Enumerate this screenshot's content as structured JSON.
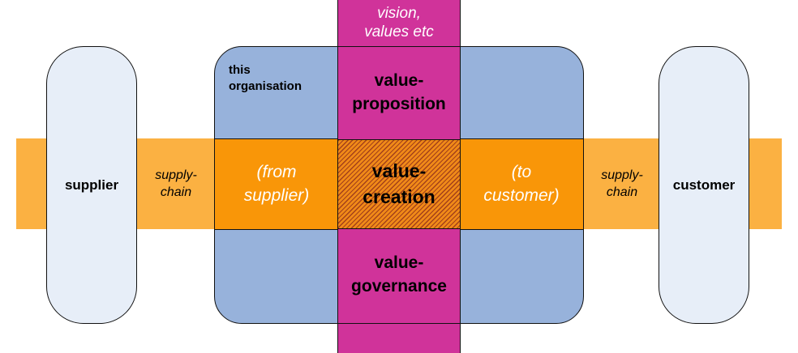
{
  "supplier": {
    "label": "supplier"
  },
  "customer": {
    "label": "customer"
  },
  "supply_chain_left": {
    "line1": "supply-",
    "line2": "chain"
  },
  "supply_chain_right": {
    "line1": "supply-",
    "line2": "chain"
  },
  "organisation": {
    "line1": "this",
    "line2": "organisation"
  },
  "vision": {
    "line1": "vision,",
    "line2": "values etc"
  },
  "value_proposition": {
    "line1": "value-",
    "line2": "proposition"
  },
  "value_creation": {
    "line1": "value-",
    "line2": "creation"
  },
  "value_governance": {
    "line1": "value-",
    "line2": "governance"
  },
  "from_supplier": {
    "line1": "(from",
    "line2": "supplier)"
  },
  "to_customer": {
    "line1": "(to",
    "line2": "customer)"
  },
  "colors": {
    "supply_band": "#fbb142",
    "pill_fill": "#e7eef8",
    "organisation_fill": "#97b2db",
    "value_flow": "#f99608",
    "value_column": "#d0339a"
  }
}
